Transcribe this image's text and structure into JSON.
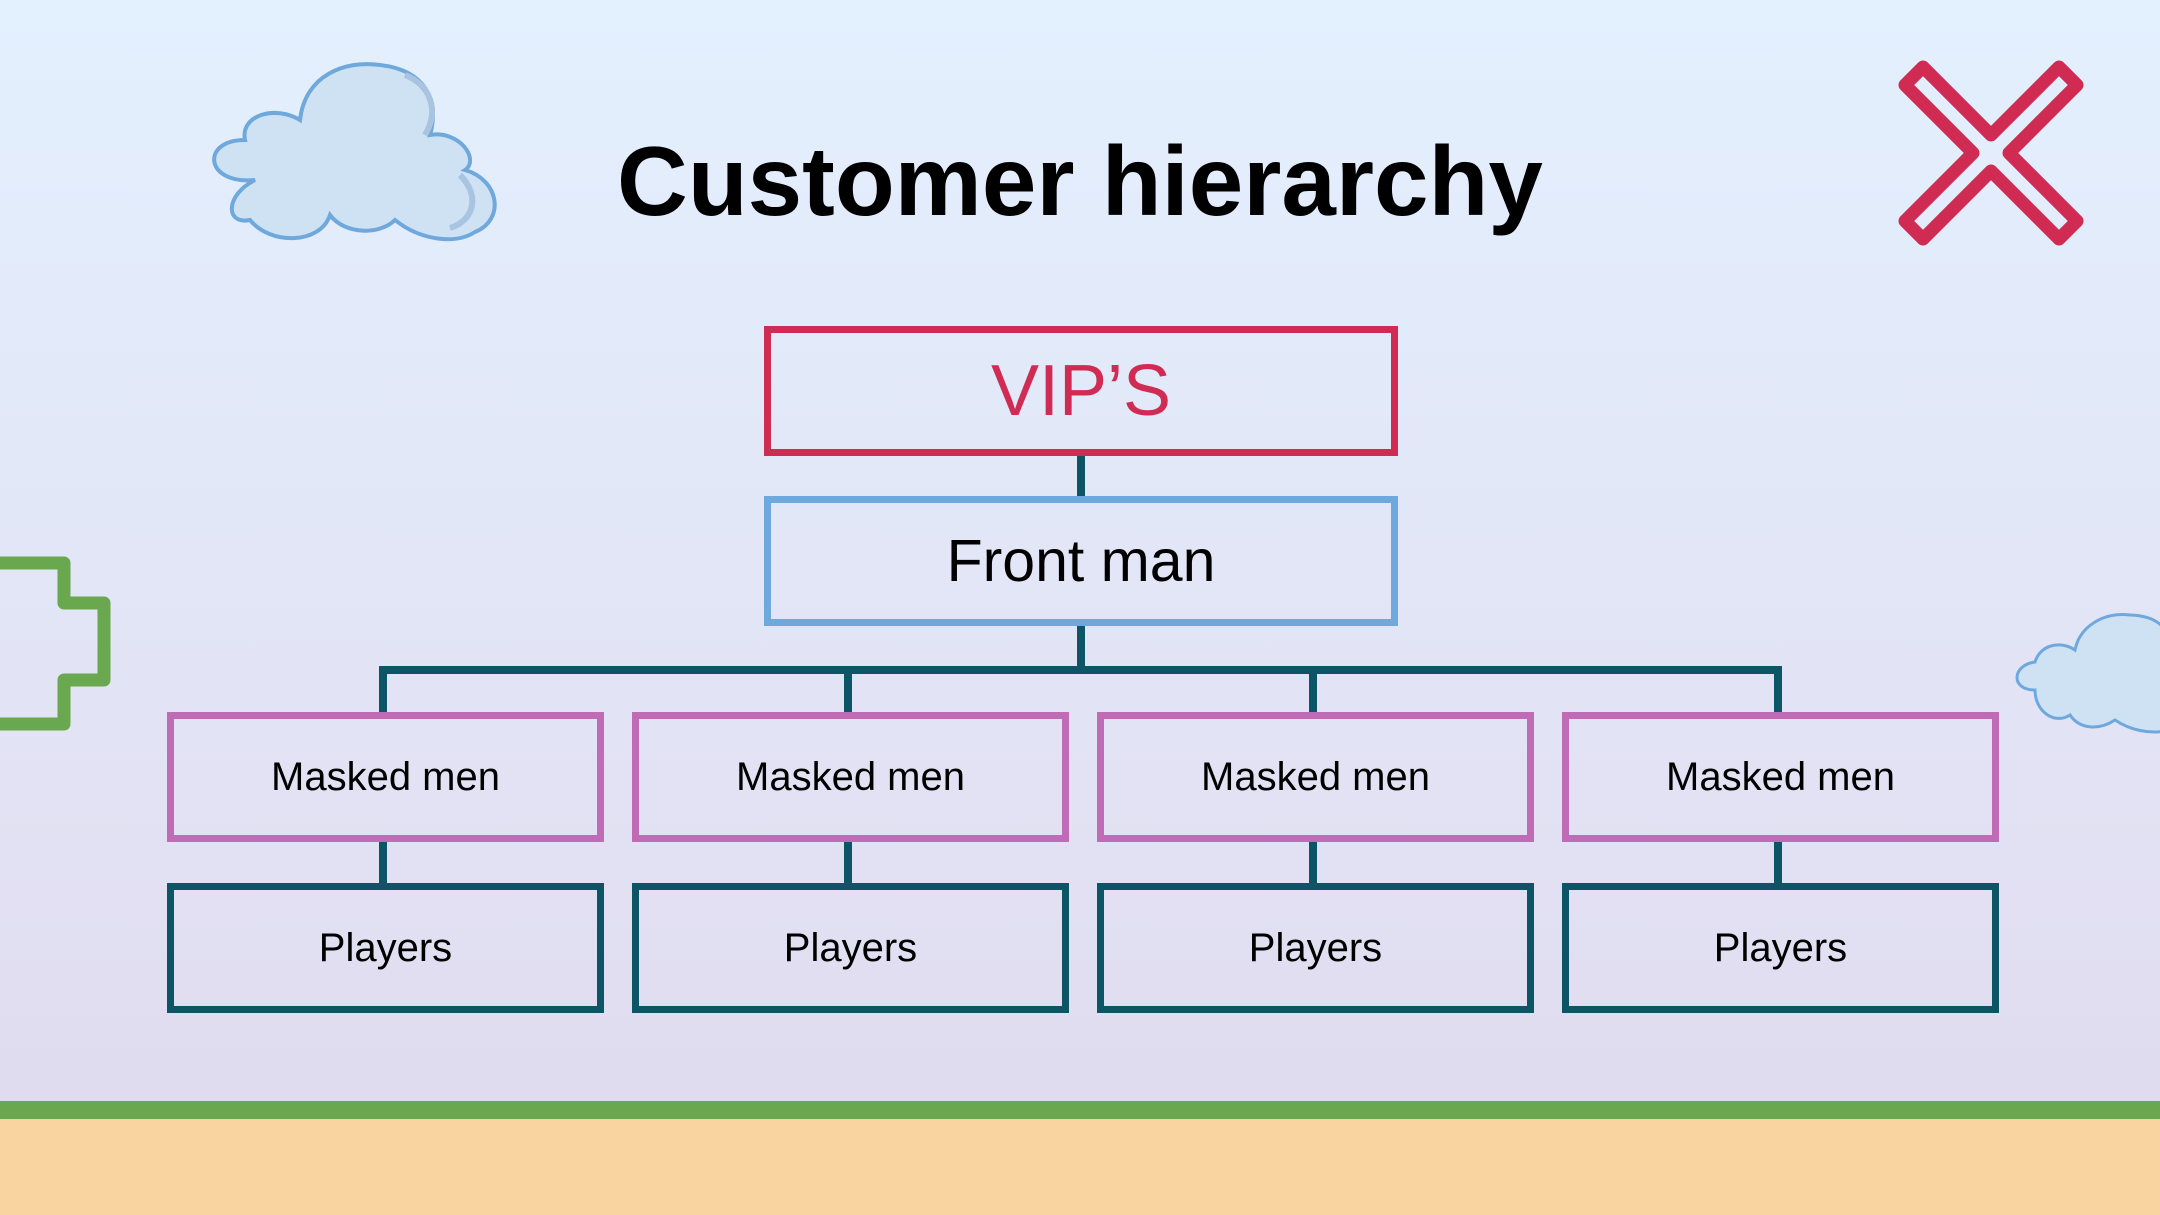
{
  "slide": {
    "title": "Customer hierarchy"
  },
  "hierarchy": {
    "top": "VIP’S",
    "second": "Front man",
    "masked": [
      "Masked men",
      "Masked men",
      "Masked men",
      "Masked men"
    ],
    "players": [
      "Players",
      "Players",
      "Players",
      "Players"
    ]
  },
  "colors": {
    "vip_border": "#d02b53",
    "front_border": "#6fa8dc",
    "masked_border": "#c06bb5",
    "player_border": "#0d5565",
    "connector": "#0d5565",
    "ground_grass": "#6aa84f",
    "ground_sand": "#f9d4a1"
  },
  "decorations": {
    "cloud_left": "cloud-icon",
    "cloud_right": "cloud-icon",
    "close_mark": "x-icon",
    "left_shape": "puzzle-edge-icon"
  }
}
